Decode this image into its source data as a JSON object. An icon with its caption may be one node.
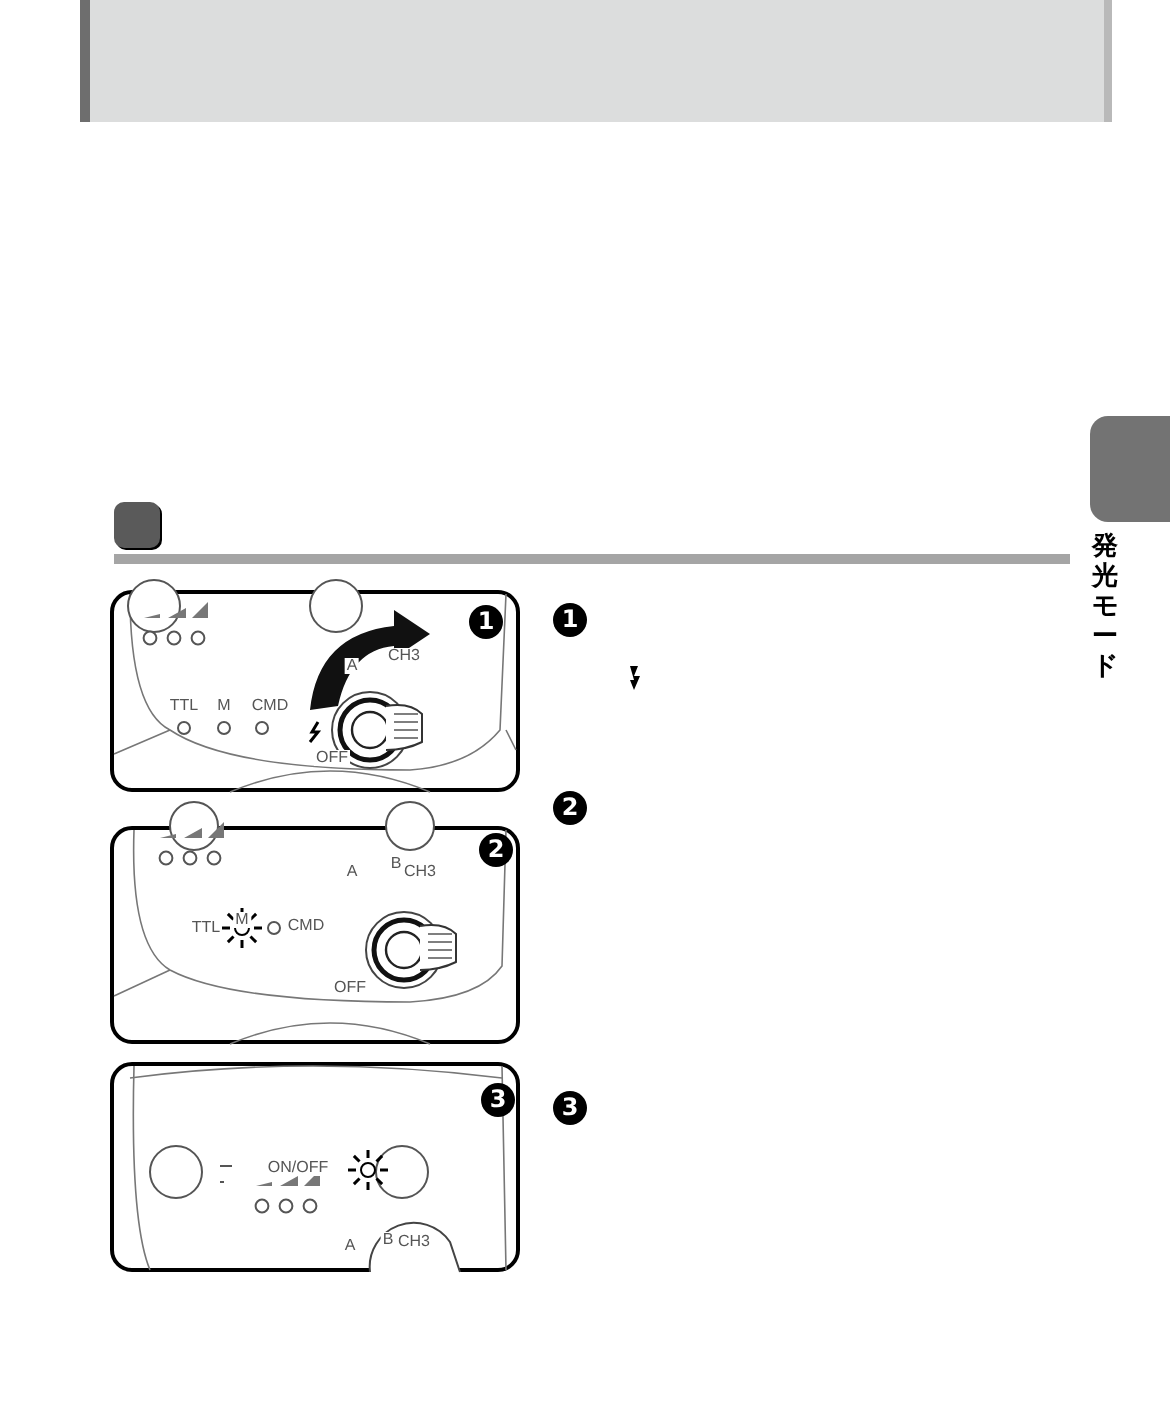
{
  "diagram": {
    "labels": [
      "発光モード",
      "TTL",
      "M",
      "CMD",
      "A",
      "CH3",
      "OFF",
      "1",
      "1",
      "TTL",
      "M",
      "CMD",
      "A",
      "B",
      "CH3",
      "OFF",
      "2",
      "2",
      "ON/OFF",
      "A",
      "B",
      "CH3",
      "3",
      "3"
    ]
  }
}
